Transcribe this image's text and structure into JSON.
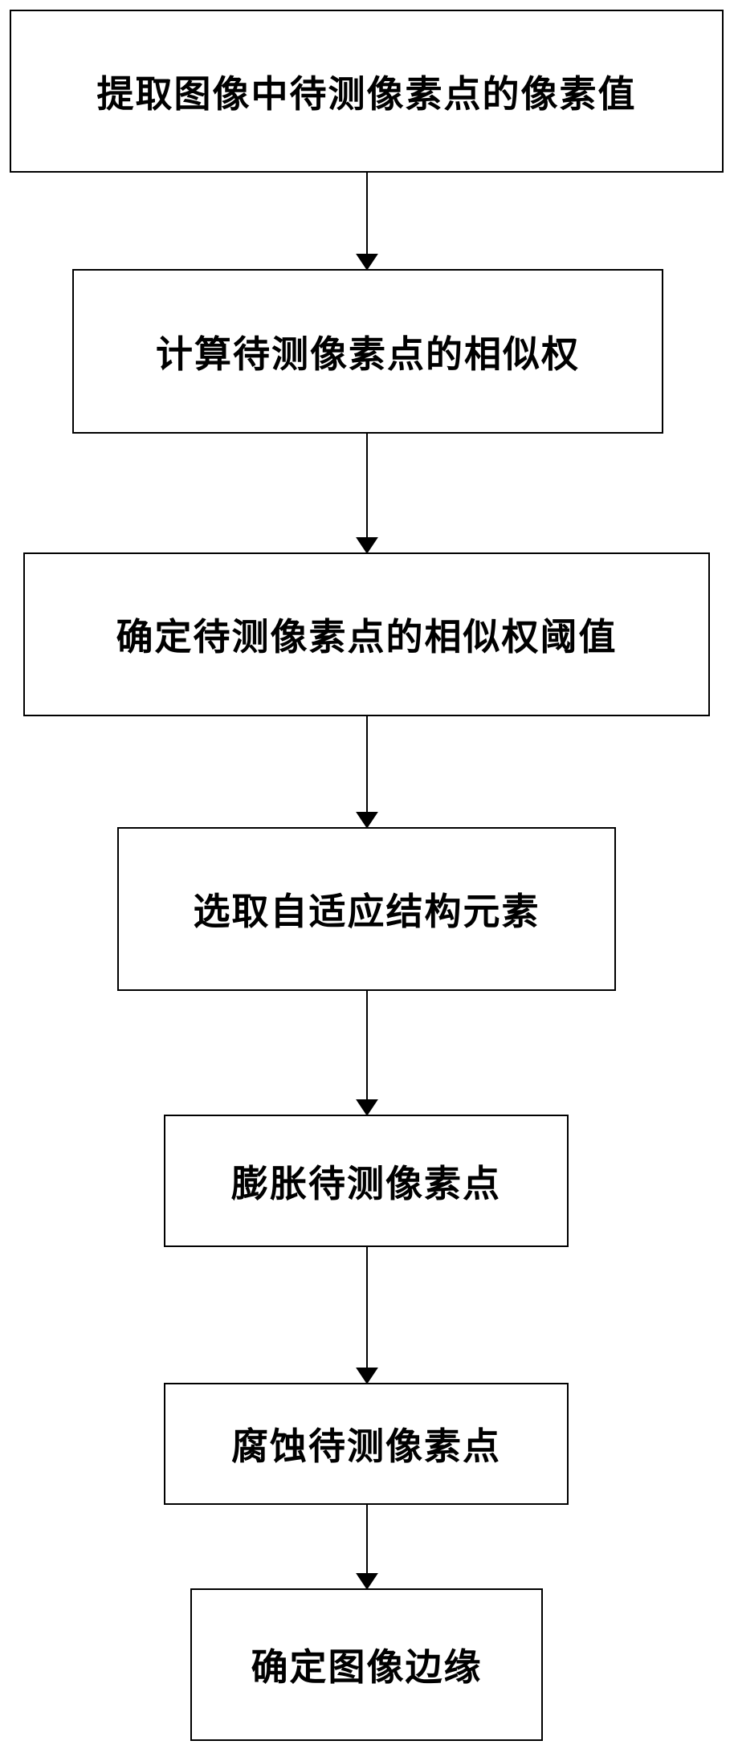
{
  "flowchart": {
    "steps": [
      "提取图像中待测像素点的像素值",
      "计算待测像素点的相似权",
      "确定待测像素点的相似权阈值",
      "选取自适应结构元素",
      "膨胀待测像素点",
      "腐蚀待测像素点",
      "确定图像边缘"
    ]
  }
}
